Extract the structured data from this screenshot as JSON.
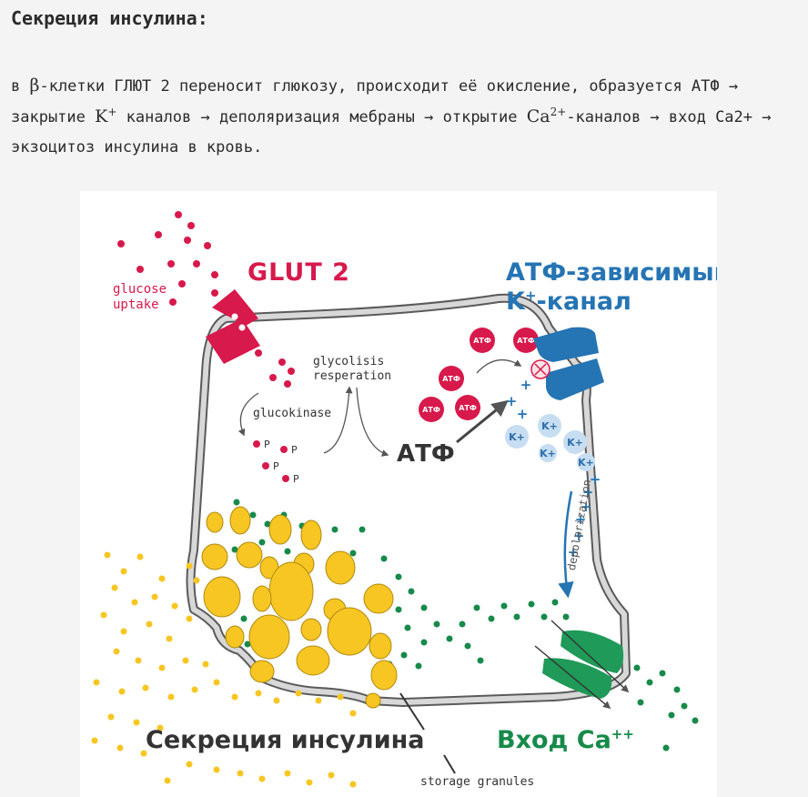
{
  "heading": "Секреция инсулина:",
  "paragraph": {
    "part1": "в ",
    "beta": "β",
    "part2": "-клетки ГЛЮТ 2 переносит глюкозу, происходит её окисление, образуется АТФ → закрытие ",
    "k": "K",
    "k_sup": "+",
    "part3": " каналов → деполяризация мебраны → открытие ",
    "ca": "Ca",
    "ca_sup": "2+",
    "part4": "-каналов → вход Ca2+ → экзоцитоз инсулина в кровь."
  },
  "figure": {
    "glut_title": "GLUT 2",
    "k_channel_title_line1": "АТФ-зависимый",
    "k_channel_title_line2_main": "K",
    "k_channel_title_line2_sup": "+",
    "k_channel_title_line2_rest": "-канал",
    "glucose_uptake_line1": "glucose",
    "glucose_uptake_line2": "uptake",
    "glycolisis_line1": "glycolisis",
    "glycolisis_line2": "resperation",
    "glucokinase": "glucokinase",
    "atp_main": "АТФ",
    "atp_circle_label": "АТФ",
    "phosphate_label": "P",
    "k_ion_label": "K+",
    "plus_sign": "+",
    "depolarization": "depolarization",
    "secretion_title": "Секреция инсулина",
    "ca_entry_main": "Вход Ca",
    "ca_entry_sup": "++",
    "storage_granules": "storage granules",
    "colors": {
      "glut": "#d7194b",
      "k_channel": "#2574b3",
      "ca_channel": "#1f9a58",
      "insulin": "#f7c623",
      "membrane": "#cfcfcf"
    }
  }
}
